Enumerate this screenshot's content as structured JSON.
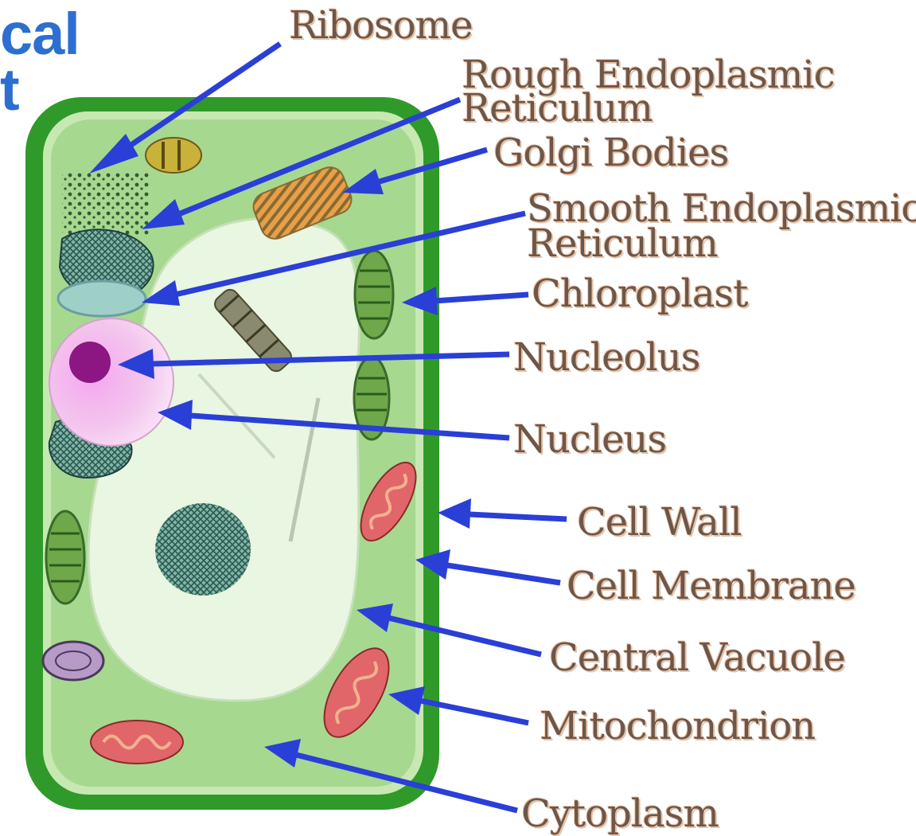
{
  "title_fragment": {
    "line1": "cal",
    "line2": "t",
    "color": "#2c6fd0"
  },
  "colors": {
    "arrow": "#2a3fd6",
    "label_text": "#6e5648",
    "label_shadow": "#e6c3aa",
    "cell_wall": "#2f9a2a",
    "cytoplasm": "#a6d890",
    "vacuole": "#e9f6e1",
    "nucleus": "#efb8e8",
    "nucleolus": "#8c1682",
    "chloroplast": "#6ea84a",
    "mitochondrion": "#e0666a",
    "golgi": "#d98a3a"
  },
  "labels": [
    {
      "id": "ribosome",
      "lines": [
        "Ribosome"
      ]
    },
    {
      "id": "rough-er",
      "lines": [
        "Rough Endoplasmic",
        "Reticulum"
      ]
    },
    {
      "id": "golgi",
      "lines": [
        "Golgi Bodies"
      ]
    },
    {
      "id": "smooth-er",
      "lines": [
        "Smooth Endoplasmic",
        "Reticulum"
      ]
    },
    {
      "id": "chloroplast",
      "lines": [
        "Chloroplast"
      ]
    },
    {
      "id": "nucleolus",
      "lines": [
        "Nucleolus"
      ]
    },
    {
      "id": "nucleus",
      "lines": [
        "Nucleus"
      ]
    },
    {
      "id": "cell-wall",
      "lines": [
        "Cell Wall"
      ]
    },
    {
      "id": "cell-membrane",
      "lines": [
        "Cell Membrane"
      ]
    },
    {
      "id": "central-vacuole",
      "lines": [
        "Central Vacuole"
      ]
    },
    {
      "id": "mitochondrion",
      "lines": [
        "Mitochondrion"
      ]
    },
    {
      "id": "cytoplasm",
      "lines": [
        "Cytoplasm"
      ]
    }
  ]
}
